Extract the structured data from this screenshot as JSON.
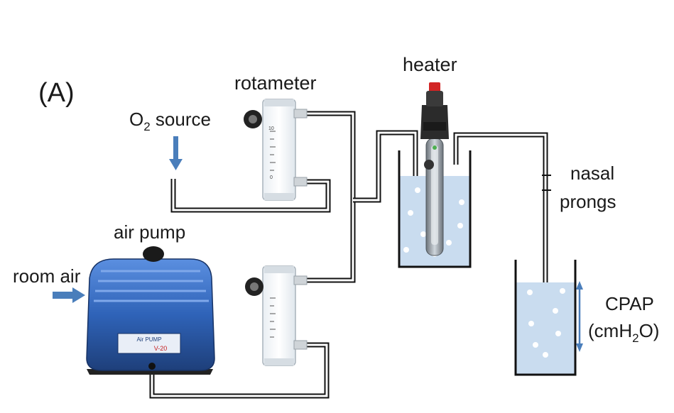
{
  "panel_label": "(A)",
  "labels": {
    "rotameter": "rotameter",
    "heater": "heater",
    "o2_source_main": "O",
    "o2_source_sub": "2",
    "o2_source_rest": " source",
    "nasal": "nasal",
    "prongs": "prongs",
    "air_pump": "air pump",
    "room_air": "room air",
    "cpap": "CPAP",
    "cpap_unit_open": "(cmH",
    "cpap_unit_sub": "2",
    "cpap_unit_close": "O)"
  },
  "device_marks": {
    "pump_brand": "Air PUMP",
    "pump_model": "V-20",
    "scale_top": "10",
    "scale_bottom": "0"
  },
  "colors": {
    "arrow": "#4a7ebb",
    "water": "#c9dcef",
    "pump_blue": "#2f63b8",
    "pump_dark": "#1e3f7a",
    "tube": "#111111"
  }
}
